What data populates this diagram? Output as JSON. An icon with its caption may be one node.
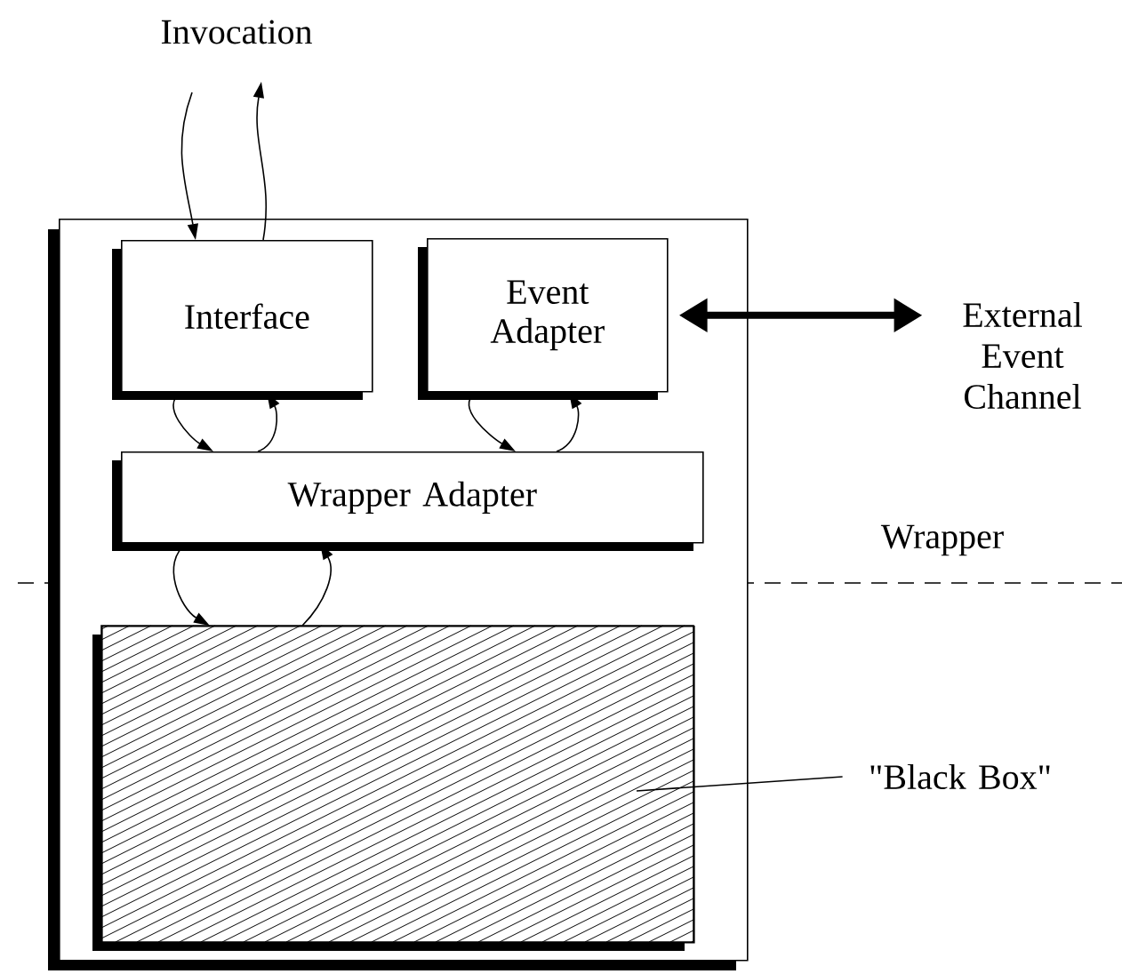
{
  "diagram": {
    "nodes": [
      {
        "text": [],
        "shape": "box"
      },
      {
        "text": [
          "Interface"
        ],
        "in": 0
      },
      {
        "text": [
          "Event Adapter"
        ],
        "in": 0
      },
      {
        "text": [
          "Wrapper Adapter"
        ],
        "in": 0
      },
      {
        "text": [],
        "shape": "box",
        "in": 0
      },
      {
        "text": [
          "External Event Channel"
        ]
      },
      {
        "text": [
          "\"Black Box\""
        ]
      }
    ],
    "edges": [
      {
        "from": null,
        "to": 1,
        "arrow": "to"
      },
      {
        "from": 1,
        "to": null,
        "arrow": "to"
      },
      {
        "from": 1,
        "to": 3,
        "arrow": "to"
      },
      {
        "from": 3,
        "to": 1,
        "arrow": "to"
      },
      {
        "from": 2,
        "to": 3,
        "arrow": "to"
      },
      {
        "from": 3,
        "to": 2,
        "arrow": "to"
      },
      {
        "from": 3,
        "to": 4,
        "arrow": "to"
      },
      {
        "from": 4,
        "to": 3,
        "arrow": "to"
      },
      {
        "from": 2,
        "to": 5,
        "arrow": "both",
        "style": "thick"
      },
      {
        "from": 6,
        "to": 4,
        "arrow": "none"
      }
    ],
    "labels": [
      "Invocation",
      "Wrapper"
    ]
  }
}
